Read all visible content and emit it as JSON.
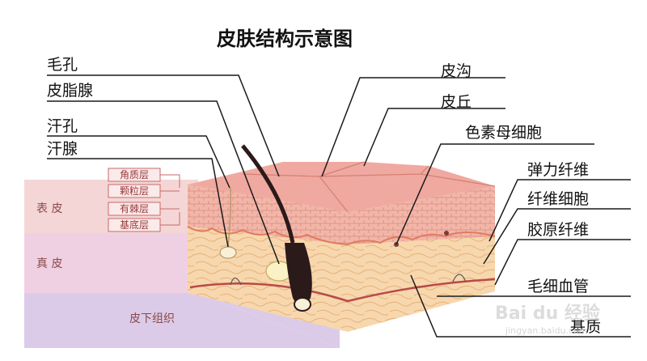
{
  "title": "皮肤结构示意图",
  "labels_left": {
    "pore": "毛孔",
    "sebaceous_gland": "皮脂腺",
    "sweat_pore": "汗孔",
    "sweat_gland": "汗腺"
  },
  "labels_right": {
    "skin_groove": "皮沟",
    "skin_ridge": "皮丘",
    "melanocyte": "色素母细胞",
    "elastic_fiber": "弹力纤维",
    "fibroblast": "纤维细胞",
    "collagen_fiber": "胶原纤维",
    "capillary": "毛细血管",
    "ground_substance": "基质"
  },
  "epidermis_layers": [
    "角质层",
    "颗粒层",
    "有棘层",
    "基底层"
  ],
  "zones": {
    "epidermis": "表 皮",
    "dermis": "真 皮",
    "subcutis": "皮下组织"
  },
  "watermark": {
    "brand": "Bai du 经验",
    "url": "jingyan.baidu.com"
  },
  "colors": {
    "epidermis_band": "#f4d6d6",
    "dermis_band": "#efd0e2",
    "subcutis_band": "#dccbe8",
    "surface": "#efa9a0",
    "dermis_tissue": "#f6cfa3",
    "hair": "#2b1a1a"
  }
}
